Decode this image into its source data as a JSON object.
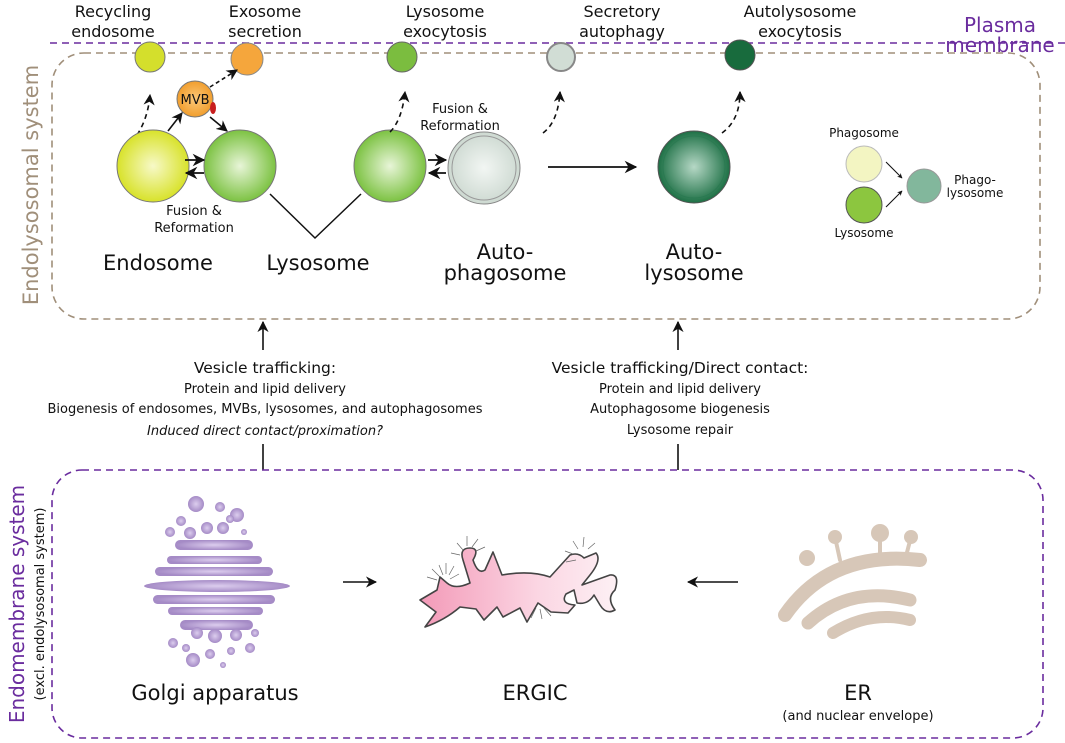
{
  "membrane": {
    "label_line1": "Plasma",
    "label_line2": "membrane",
    "color": "#6a2c9e"
  },
  "endolysosomal": {
    "title": "Endolysosomal system",
    "color": "#a08f7a",
    "top_labels": [
      {
        "line1": "Recycling",
        "line2": "endosome"
      },
      {
        "line1": "Exosome",
        "line2": "secretion"
      },
      {
        "line1": "Lysosome",
        "line2": "exocytosis"
      },
      {
        "line1": "Secretory",
        "line2": "autophagy"
      },
      {
        "line1": "Autolysosome",
        "line2": "exocytosis"
      }
    ],
    "mvb": "MVB",
    "fusion1": {
      "line1": "Fusion &",
      "line2": "Reformation"
    },
    "fusion2": {
      "line1": "Fusion &",
      "line2": "Reformation"
    },
    "organelles": {
      "endosome": "Endosome",
      "lysosome": "Lysosome",
      "autophagosome": {
        "line1": "Auto-",
        "line2": "phagosome"
      },
      "autolysosome": {
        "line1": "Auto-",
        "line2": "lysosome"
      }
    },
    "phago": {
      "phagosome": "Phagosome",
      "lysosome": "Lysosome",
      "phagolysosome": {
        "line1": "Phago-",
        "line2": "lysosome"
      }
    }
  },
  "links": {
    "left": {
      "title": "Vesicle trafficking:",
      "lines": [
        "Protein and lipid delivery",
        "Biogenesis of endosomes, MVBs, lysosomes, and autophagosomes"
      ],
      "italic": "Induced direct contact/proximation?"
    },
    "right": {
      "title": "Vesicle trafficking/Direct contact:",
      "lines": [
        "Protein and lipid delivery",
        "Autophagosome biogenesis",
        "Lysosome repair"
      ]
    }
  },
  "endomembrane": {
    "title": "Endomembrane system",
    "subtitle": "(excl. endolysosomal system)",
    "color": "#6a2c9e",
    "golgi": "Golgi apparatus",
    "ergic": "ERGIC",
    "er": "ER",
    "er_sub": "(and nuclear envelope)"
  }
}
